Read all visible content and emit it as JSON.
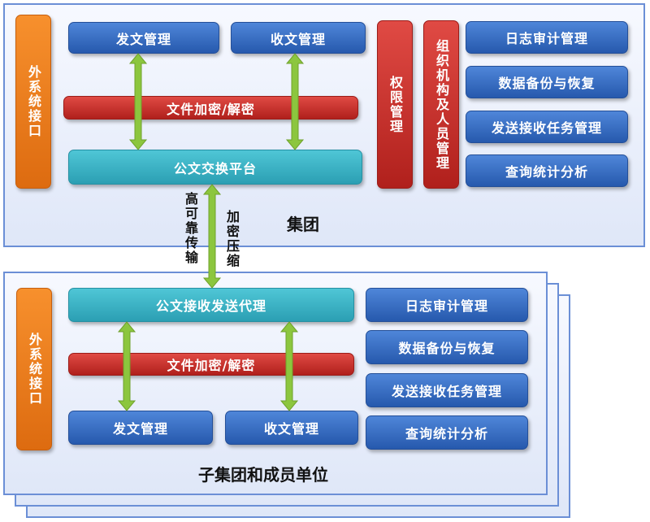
{
  "group": {
    "label": "集团",
    "external_interface": "外系统接口",
    "send_doc": "发文管理",
    "receive_doc": "收文管理",
    "encrypt": "文件加密/解密",
    "exchange_platform": "公文交换平台",
    "permission": "权限管理",
    "org_personnel": "组织机构及人员管理",
    "log_audit": "日志审计管理",
    "backup_restore": "数据备份与恢复",
    "send_receive_task": "发送接收任务管理",
    "query_stats": "查询统计分析"
  },
  "transfer": {
    "reliable": "高可靠传输",
    "compress": "加密压缩"
  },
  "subgroup": {
    "label": "子集团和成员单位",
    "external_interface": "外系统接口",
    "proxy": "公文接收发送代理",
    "encrypt": "文件加密/解密",
    "send_doc": "发文管理",
    "receive_doc": "收文管理",
    "log_audit": "日志审计管理",
    "backup_restore": "数据备份与恢复",
    "send_receive_task": "发送接收任务管理",
    "query_stats": "查询统计分析"
  },
  "colors": {
    "blue": "#3a6fc4",
    "red": "#c8302b",
    "teal": "#3db4c6",
    "orange": "#f07d1c",
    "arrow": "#8cc63e",
    "panel_border": "#6b8fd6"
  }
}
